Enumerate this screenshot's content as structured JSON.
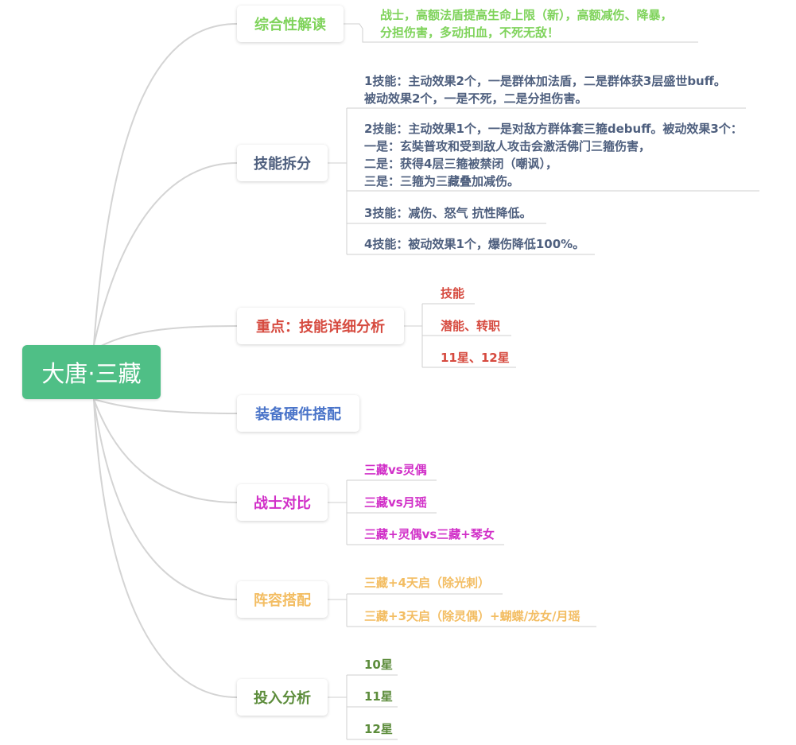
{
  "root": {
    "label": "大唐·三藏"
  },
  "branches": [
    {
      "label": "综合性解读",
      "color": "#7fd35b",
      "leaves": [
        {
          "lines": [
            "战士，高额法盾提高生命上限（新），高额减伤、降暴，",
            "分担伤害，多动扣血，不死无敌！"
          ]
        }
      ]
    },
    {
      "label": "技能拆分",
      "color": "#4e5f7e",
      "leaves": [
        {
          "lines": [
            "1技能：主动效果2个，一是群体加法盾，二是群体获3层盛世buff。",
            "被动效果2个，一是不死，二是分担伤害。"
          ]
        },
        {
          "lines": [
            "2技能：主动效果1个，一是对敌方群体套三箍debuff。被动效果3个：",
            "一是：玄奘普攻和受到敌人攻击会激活佛门三箍伤害，",
            "二是：获得4层三箍被禁闭（嘲讽），",
            "三是：三箍为三藏叠加减伤。"
          ]
        },
        {
          "lines": [
            "3技能：减伤、怒气 抗性降低。"
          ]
        },
        {
          "lines": [
            "4技能：被动效果1个，爆伤降低100%。"
          ]
        }
      ]
    },
    {
      "label": "重点：技能详细分析",
      "color": "#d64a3f",
      "leaves": [
        {
          "lines": [
            "技能"
          ]
        },
        {
          "lines": [
            "潜能、转职"
          ]
        },
        {
          "lines": [
            "11星、12星"
          ]
        }
      ]
    },
    {
      "label": "装备硬件搭配",
      "color": "#4a74c9",
      "leaves": []
    },
    {
      "label": "战士对比",
      "color": "#d12fc8",
      "leaves": [
        {
          "lines": [
            "三藏vs灵偶"
          ]
        },
        {
          "lines": [
            "三藏vs月瑶"
          ]
        },
        {
          "lines": [
            "三藏+灵偶vs三藏+琴女"
          ]
        }
      ]
    },
    {
      "label": "阵容搭配",
      "color": "#f3bd62",
      "leaves": [
        {
          "lines": [
            "三藏+4天启（除光刺）"
          ]
        },
        {
          "lines": [
            "三藏+3天启（除灵偶）+蝴蝶/龙女/月瑶"
          ]
        }
      ]
    },
    {
      "label": "投入分析",
      "color": "#5c8c3b",
      "leaves": [
        {
          "lines": [
            "10星"
          ]
        },
        {
          "lines": [
            "11星"
          ]
        },
        {
          "lines": [
            "12星"
          ]
        }
      ]
    }
  ]
}
